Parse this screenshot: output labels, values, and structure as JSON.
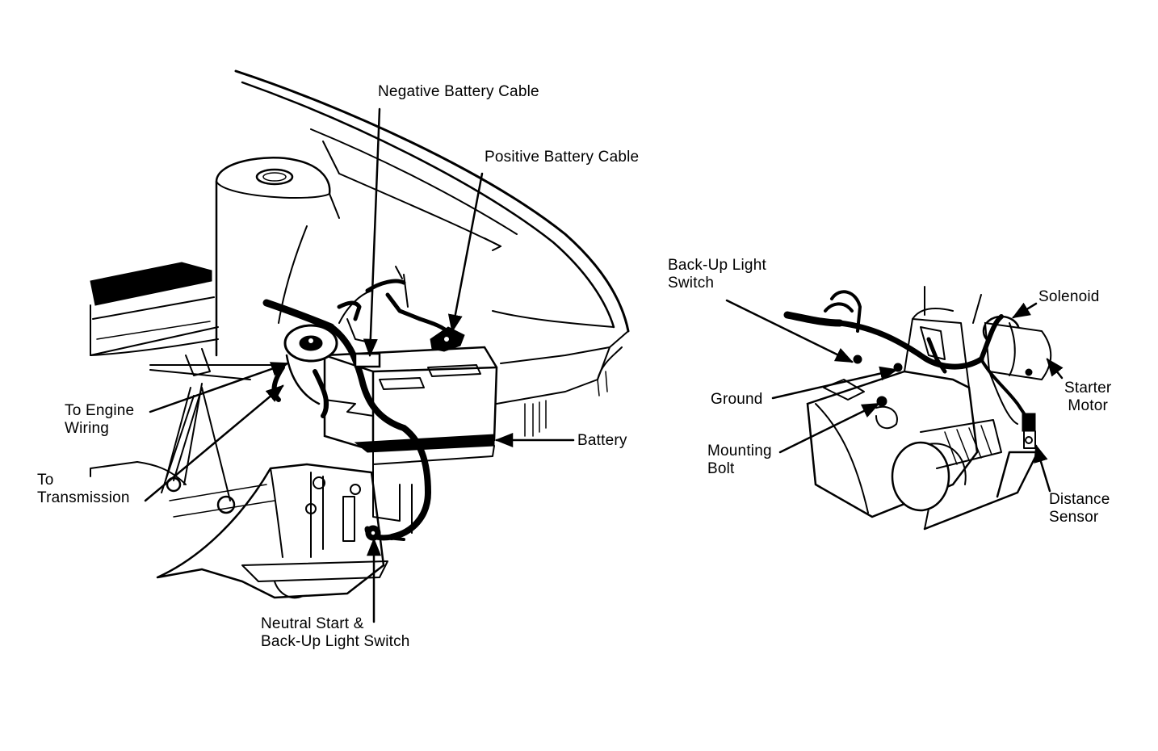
{
  "diagram": {
    "left_view": {
      "labels": {
        "negative_battery_cable": "Negative Battery Cable",
        "positive_battery_cable": "Positive Battery Cable",
        "to_engine_wiring": "To Engine\nWiring",
        "to_transmission": "To\nTransmission",
        "battery": "Battery",
        "neutral_start_switch": "Neutral Start &\nBack-Up Light Switch"
      }
    },
    "right_view": {
      "labels": {
        "back_up_light_switch": "Back-Up Light\nSwitch",
        "solenoid": "Solenoid",
        "starter_motor": "Starter\nMotor",
        "ground": "Ground",
        "mounting_bolt": "Mounting\nBolt",
        "distance_sensor": "Distance\nSensor"
      }
    }
  }
}
